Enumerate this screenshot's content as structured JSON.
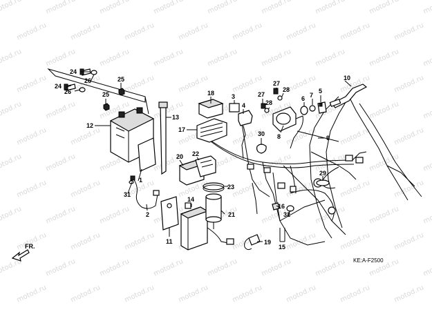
{
  "watermark": "motod.ru",
  "code": "KE:A-F2500",
  "direction_label": "FR.",
  "parts": [
    "1",
    "2",
    "3",
    "4",
    "5",
    "6",
    "7",
    "8",
    "9",
    "10",
    "11",
    "12",
    "13",
    "14",
    "15",
    "16",
    "17",
    "18",
    "19",
    "20",
    "21",
    "22",
    "23",
    "24",
    "25",
    "26",
    "27",
    "28",
    "29",
    "30",
    "31",
    "32"
  ],
  "callouts": {
    "c24a": "24",
    "c24b": "24",
    "c26a": "26",
    "c26b": "26",
    "c25a": "25",
    "c25b": "25",
    "c12": "12",
    "c1": "1",
    "c31": "31",
    "c2": "2",
    "c13": "13",
    "c18": "18",
    "c3": "3",
    "c4": "4",
    "c17": "17",
    "c20": "20",
    "c22": "22",
    "c23": "23",
    "c14": "14",
    "c21": "21",
    "c11": "11",
    "c19": "19",
    "c27a": "27",
    "c27b": "27",
    "c28a": "28",
    "c28b": "28",
    "c6": "6",
    "c7": "7",
    "c5": "5",
    "c10": "10",
    "c8": "8",
    "c9": "9",
    "c30": "30",
    "c29": "29",
    "c16": "16",
    "c32": "32",
    "c15": "15"
  }
}
